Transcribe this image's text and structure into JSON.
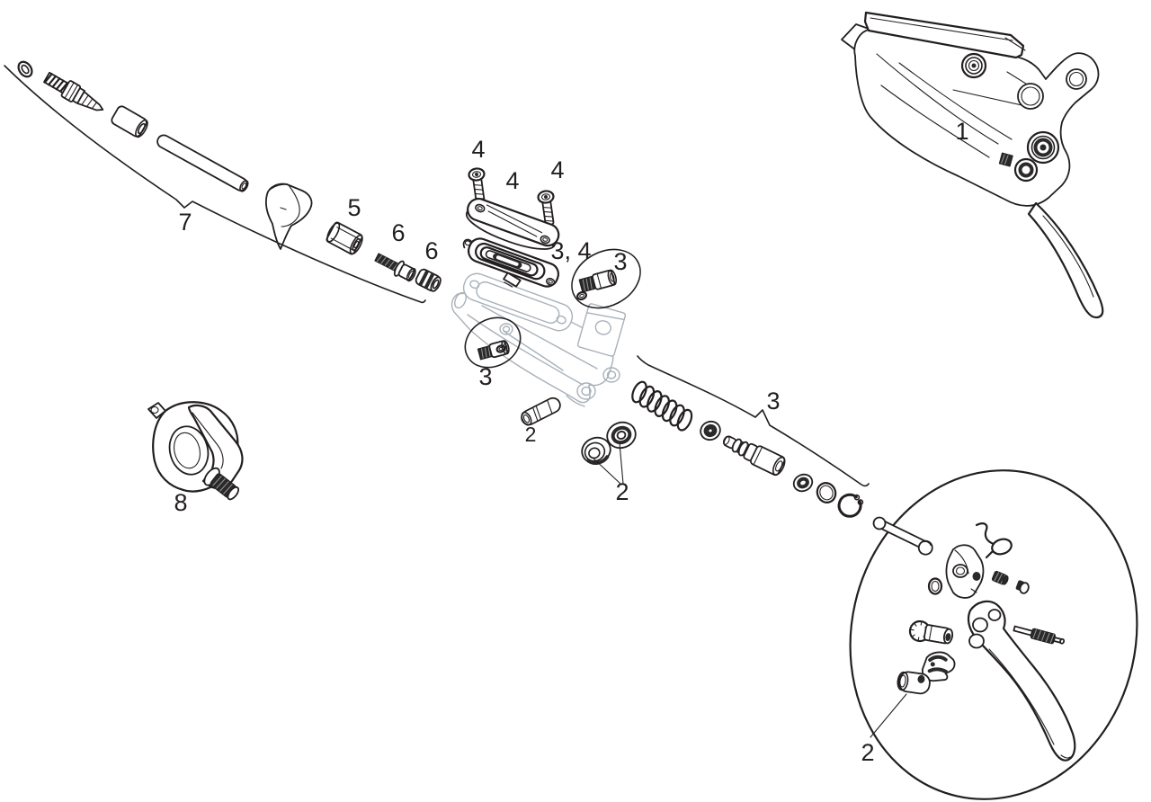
{
  "colors": {
    "background": "#ffffff",
    "line": "#231f20",
    "ghost_line": "#a9b1ba"
  },
  "callouts": {
    "c1": {
      "text": "1",
      "part": "brake-lever-assembly"
    },
    "c2a": {
      "text": "2",
      "part": "pushrod-pin"
    },
    "c2b": {
      "text": "2",
      "part": "piston-seal-cups"
    },
    "c2c": {
      "text": "2",
      "part": "lever-blade-internals"
    },
    "c3a": {
      "text": "3",
      "part": "bleed-screw-top"
    },
    "c3b": {
      "text": "3",
      "part": "bleed-screw-side"
    },
    "c3c": {
      "text": "3",
      "part": "piston-assembly-kit"
    },
    "c34": {
      "text": "3, 4",
      "part": "reservoir-bladder"
    },
    "c4a": {
      "text": "4",
      "part": "cover-screw-left"
    },
    "c4b": {
      "text": "4",
      "part": "reservoir-cover"
    },
    "c4c": {
      "text": "4",
      "part": "cover-screw-right"
    },
    "c5": {
      "text": "5",
      "part": "hose-compression-nut"
    },
    "c6a": {
      "text": "6",
      "part": "compression-screw"
    },
    "c6b": {
      "text": "6",
      "part": "compression-fitting"
    },
    "c7": {
      "text": "7",
      "part": "hose-kit"
    },
    "c8": {
      "text": "8",
      "part": "handlebar-clamp"
    }
  }
}
